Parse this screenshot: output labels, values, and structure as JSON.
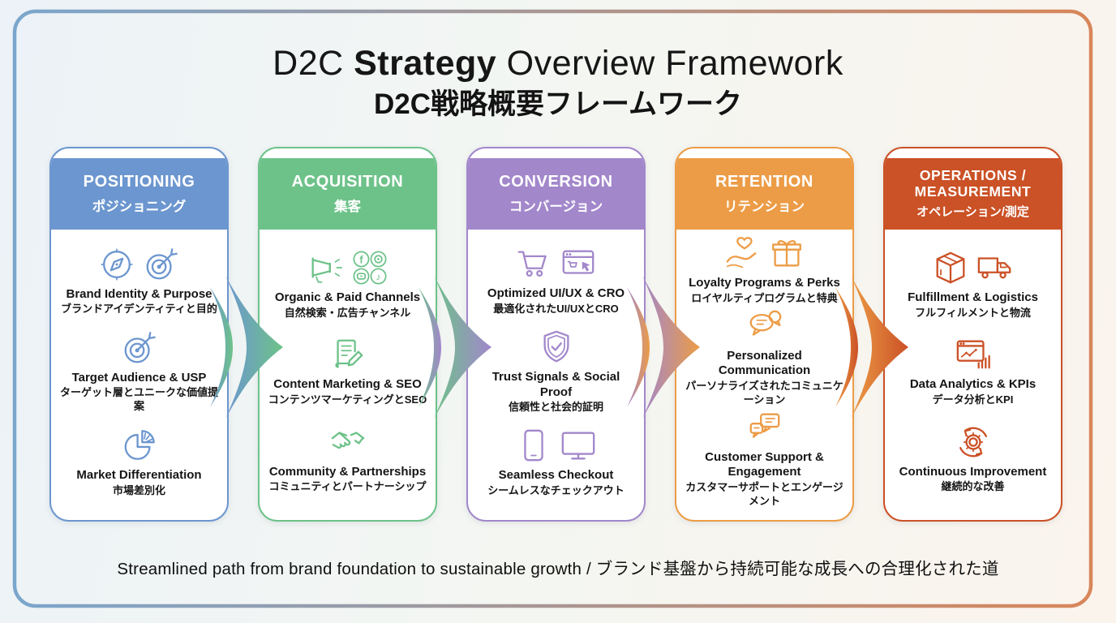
{
  "title": {
    "en_pre": "D2C ",
    "en_bold": "Strategy",
    "en_post": " Overview Framework",
    "ja": "D2C戦略概要フレームワーク"
  },
  "frame": {
    "left_color": "#7BA6CC",
    "right_color": "#D8865A"
  },
  "footer": "Streamlined path from brand foundation to sustainable growth / ブランド基盤から持続可能な成長への合理化された道",
  "columns": [
    {
      "id": "positioning",
      "color": "#6C96CF",
      "header_en": "POSITIONING",
      "header_ja": "ポジショニング",
      "items": [
        {
          "icons": "compass,target",
          "en": "Brand Identity & Purpose",
          "ja": "ブランドアイデンティティと目的"
        },
        {
          "icons": "target",
          "en": "Target Audience & USP",
          "ja": "ターゲット層とユニークな価値提案"
        },
        {
          "icons": "pie",
          "en": "Market Differentiation",
          "ja": "市場差別化"
        }
      ]
    },
    {
      "id": "acquisition",
      "color": "#6DC289",
      "header_en": "ACQUISITION",
      "header_ja": "集客",
      "items": [
        {
          "icons": "megaphone,social",
          "en": "Organic & Paid Channels",
          "ja": "自然検索・広告チャンネル"
        },
        {
          "icons": "document",
          "en": "Content Marketing & SEO",
          "ja": "コンテンツマーケティングとSEO"
        },
        {
          "icons": "handshake",
          "en": "Community & Partnerships",
          "ja": "コミュニティとパートナーシップ"
        }
      ]
    },
    {
      "id": "conversion",
      "color": "#A287CB",
      "header_en": "CONVERSION",
      "header_ja": "コンバージョン",
      "items": [
        {
          "icons": "cart,browser-click",
          "en": "Optimized UI/UX & CRO",
          "ja": "最適化されたUI/UXとCRO"
        },
        {
          "icons": "shield",
          "en": "Trust Signals & Social Proof",
          "ja": "信頼性と社会的証明"
        },
        {
          "icons": "phone,monitor",
          "en": "Seamless Checkout",
          "ja": "シームレスなチェックアウト"
        }
      ]
    },
    {
      "id": "retention",
      "color": "#EC9C46",
      "header_en": "RETENTION",
      "header_ja": "リテンション",
      "items": [
        {
          "icons": "heart-hand,gift",
          "en": "Loyalty Programs & Perks",
          "ja": "ロイヤルティプログラムと特典"
        },
        {
          "icons": "chat-round",
          "en": "Personalized Communication",
          "ja": "パーソナライズされたコミュニケーション"
        },
        {
          "icons": "chat-square",
          "en": "Customer Support & Engagement",
          "ja": "カスタマーサポートとエンゲージメント"
        }
      ]
    },
    {
      "id": "operations",
      "color": "#CB5126",
      "header_en": "OPERATIONS / MEASUREMENT",
      "header_ja": "オペレーション/測定",
      "items": [
        {
          "icons": "package,truck",
          "en": "Fulfillment & Logistics",
          "ja": "フルフィルメントと物流"
        },
        {
          "icons": "analytics",
          "en": "Data Analytics & KPIs",
          "ja": "データ分析とKPI"
        },
        {
          "icons": "gear-refresh",
          "en": "Continuous Improvement",
          "ja": "継続的な改善"
        }
      ]
    }
  ]
}
